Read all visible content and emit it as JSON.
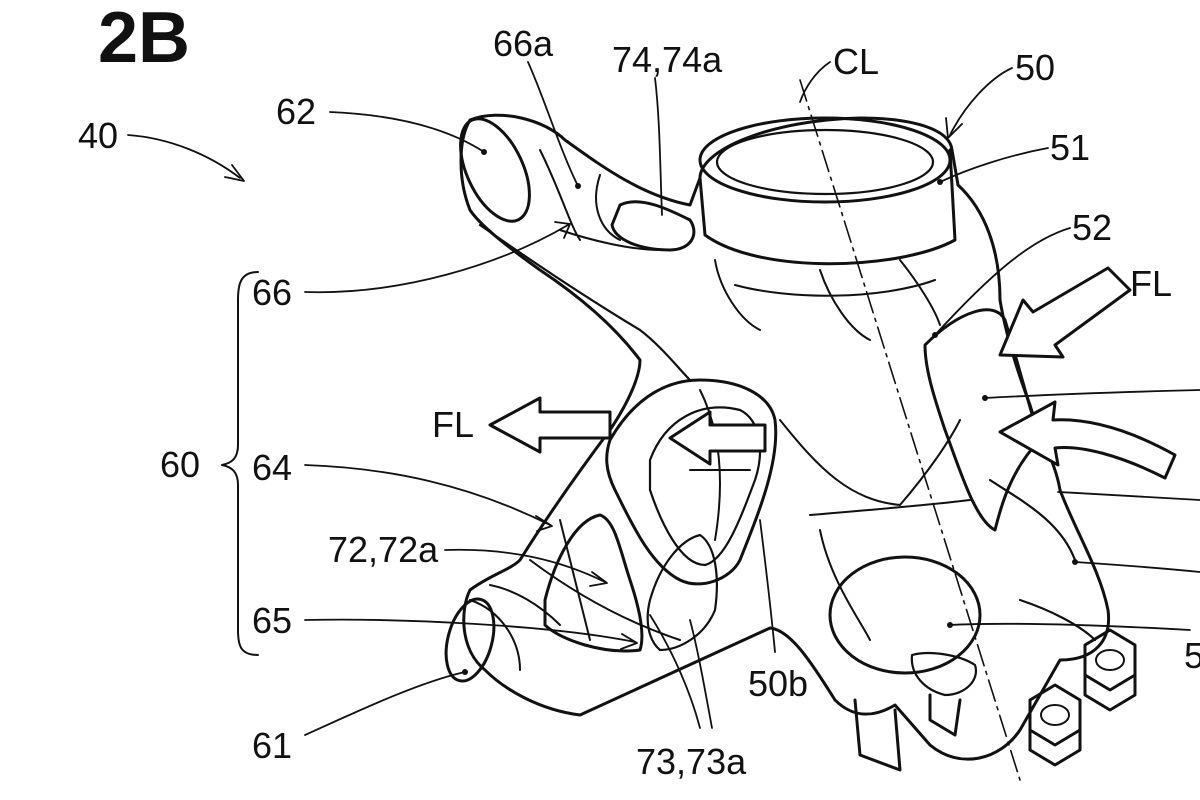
{
  "figure": {
    "label": "2B"
  },
  "reference_numerals": {
    "n40": "40",
    "n62": "62",
    "n66a": "66a",
    "n74": "74,74a",
    "ncl": "CL",
    "n50": "50",
    "n51": "51",
    "n52": "52",
    "nfl_right": "FL",
    "n66": "66",
    "n60": "60",
    "n64": "64",
    "nfl_left": "FL",
    "n72": "72,72a",
    "n65": "65",
    "n61": "61",
    "n50b": "50b",
    "n73": "73,73a",
    "n5_cut": "5"
  },
  "colors": {
    "ink": "#111111",
    "paper": "#ffffff"
  }
}
